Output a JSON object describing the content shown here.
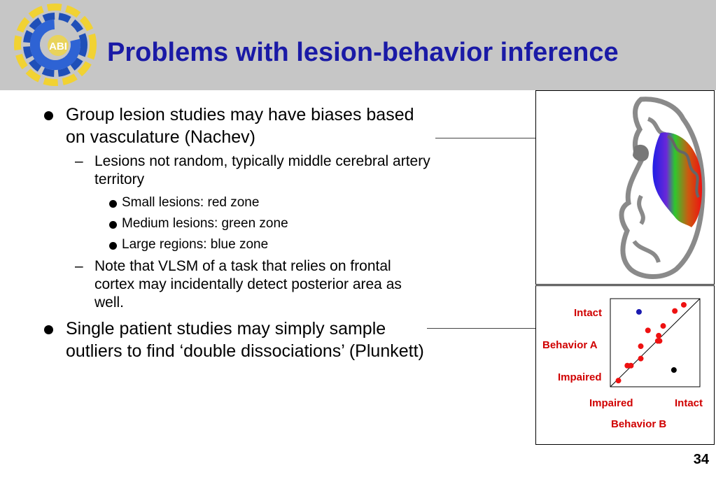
{
  "title": "Problems with lesion-behavior inference",
  "logo": {
    "text": "ABI",
    "icon": "cabi-logo-icon"
  },
  "bullets": [
    {
      "text": "Group lesion studies may have biases based on vasculature (Nachev)",
      "sub": [
        {
          "text": "Lesions not random, typically middle cerebral artery territory",
          "sub": [
            "Small lesions: red zone",
            "Medium lesions: green zone",
            "Large regions: blue zone"
          ]
        },
        {
          "text": "Note that VLSM of a task that relies on frontal cortex may incidentally detect posterior area as well.",
          "sub": []
        }
      ]
    },
    {
      "text": "Single patient studies may simply sample outliers to find ‘double dissociations’ (Plunkett)",
      "sub": []
    }
  ],
  "colors": {
    "title": "#1a1aa6",
    "header_bg": "#c6c6c6",
    "plot_label": "#d00000",
    "red_zone": "#ee1111",
    "green_zone": "#22cc22",
    "blue_zone": "#2222ee"
  },
  "chart_data": {
    "type": "scatter",
    "xlabel": "Behavior B",
    "ylabel": "Behavior A",
    "x_tick_labels": [
      "Impaired",
      "Intact"
    ],
    "y_tick_labels": [
      "Intact",
      "Impaired"
    ],
    "xlim": [
      0,
      1
    ],
    "ylim": [
      0,
      1
    ],
    "trend_line": [
      [
        0,
        0
      ],
      [
        1,
        1
      ]
    ],
    "series": [
      {
        "color": "#ee1111",
        "points": [
          {
            "x": 0.09,
            "y": 0.07
          },
          {
            "x": 0.19,
            "y": 0.24
          },
          {
            "x": 0.23,
            "y": 0.24
          },
          {
            "x": 0.34,
            "y": 0.32
          },
          {
            "x": 0.34,
            "y": 0.46
          },
          {
            "x": 0.42,
            "y": 0.64
          },
          {
            "x": 0.53,
            "y": 0.52
          },
          {
            "x": 0.54,
            "y": 0.58
          },
          {
            "x": 0.55,
            "y": 0.52
          },
          {
            "x": 0.59,
            "y": 0.69
          },
          {
            "x": 0.72,
            "y": 0.86
          },
          {
            "x": 0.82,
            "y": 0.93
          }
        ]
      },
      {
        "color": "#1a1ab0",
        "points": [
          {
            "x": 0.32,
            "y": 0.85
          }
        ]
      },
      {
        "color": "#000000",
        "points": [
          {
            "x": 0.71,
            "y": 0.19
          }
        ]
      }
    ]
  },
  "slide_number": "34"
}
